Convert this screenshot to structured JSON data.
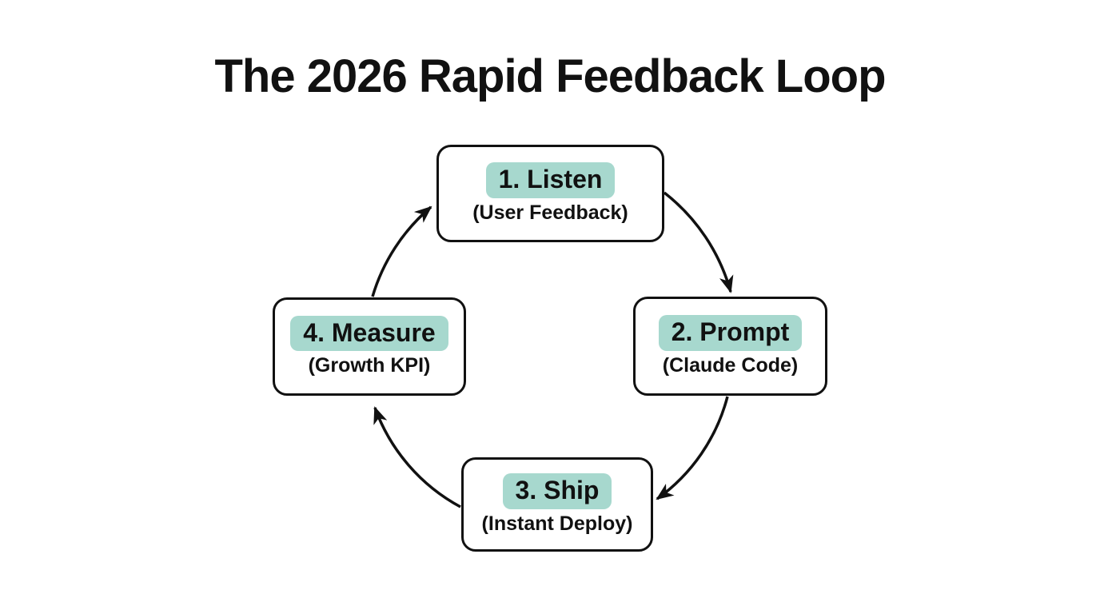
{
  "title": "The 2026 Rapid Feedback Loop",
  "colors": {
    "background": "#ffffff",
    "ink": "#111111",
    "highlight": "#a7d8ce"
  },
  "diagram": {
    "type": "cycle",
    "direction": "clockwise",
    "steps": [
      {
        "label": "1. Listen",
        "sublabel": "(User Feedback)",
        "position": "top"
      },
      {
        "label": "2. Prompt",
        "sublabel": "(Claude Code)",
        "position": "right"
      },
      {
        "label": "3. Ship",
        "sublabel": "(Instant Deploy)",
        "position": "bottom"
      },
      {
        "label": "4. Measure",
        "sublabel": "(Growth KPI)",
        "position": "left"
      }
    ]
  }
}
